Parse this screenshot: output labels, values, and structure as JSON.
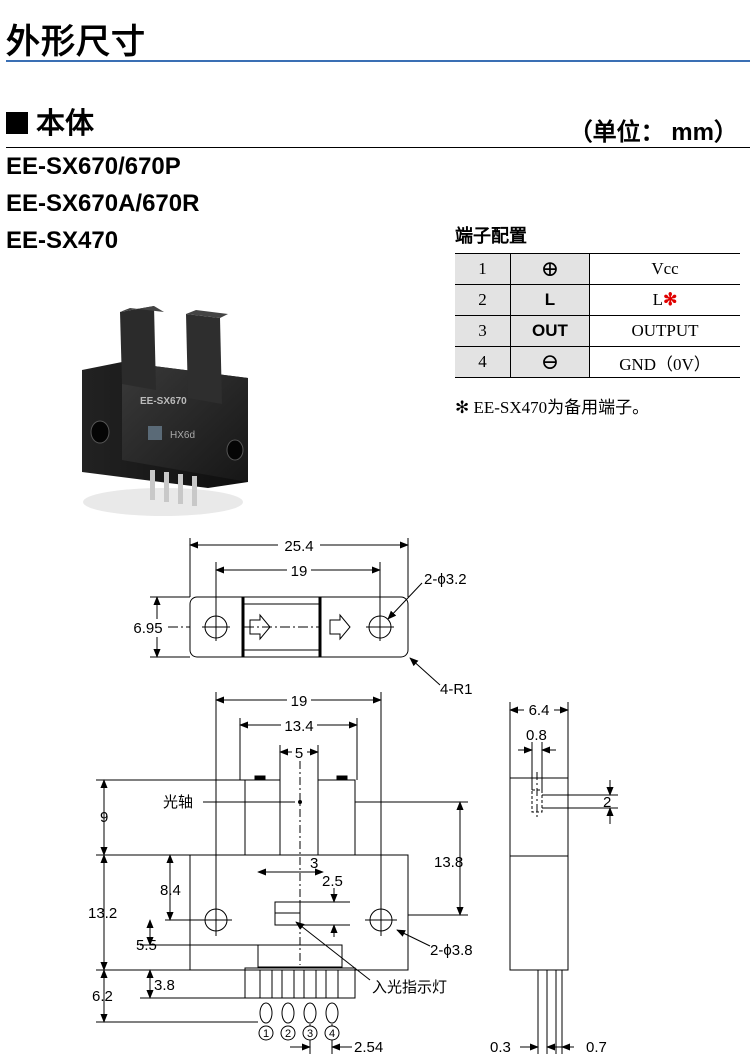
{
  "title": "外形尺寸",
  "section": {
    "title": "本体",
    "unit": "（单位：  mm）"
  },
  "models": [
    "EE-SX670/670P",
    "EE-SX670A/670R",
    "EE-SX470"
  ],
  "pin_config": {
    "title": "端子配置",
    "rows": [
      {
        "no": "1",
        "symbol": "⊕",
        "function": "Vcc"
      },
      {
        "no": "2",
        "symbol": "L",
        "function": "L",
        "mark": "✻"
      },
      {
        "no": "3",
        "symbol": "OUT",
        "function": "OUTPUT"
      },
      {
        "no": "4",
        "symbol": "⊖",
        "function": "GND（0V）"
      }
    ],
    "note": "✻ EE-SX470为备用端子。"
  },
  "product_image": {
    "body_label": "EE-SX670",
    "window_label": "HX6d"
  },
  "dimensions": {
    "top_view": {
      "overall": "25.4",
      "hole_pitch": "19",
      "height": "6.95",
      "holes": "2-ϕ3.2",
      "radius": "4-R1"
    },
    "front_view": {
      "pitch": "19",
      "inner": "13.4",
      "slot": "5",
      "left_dim1": "9",
      "optical_axis": "光轴",
      "right_dim": "13.8",
      "dim_3": "3",
      "dim_2_5": "2.5",
      "dim_8_4": "8.4",
      "dim_13_2": "13.2",
      "dim_5_5": "5.5",
      "dim_3_8": "3.8",
      "dim_6_2": "6.2",
      "holes": "2-ϕ3.8",
      "indicator": "入光指示灯",
      "pin_pitch": "2.54",
      "pin_labels": [
        "1",
        "2",
        "3",
        "4"
      ]
    },
    "side_view": {
      "width": "6.4",
      "slot": "0.8",
      "dim_2": "2",
      "pin_thick": "0.3",
      "pin_width": "0.7"
    }
  }
}
